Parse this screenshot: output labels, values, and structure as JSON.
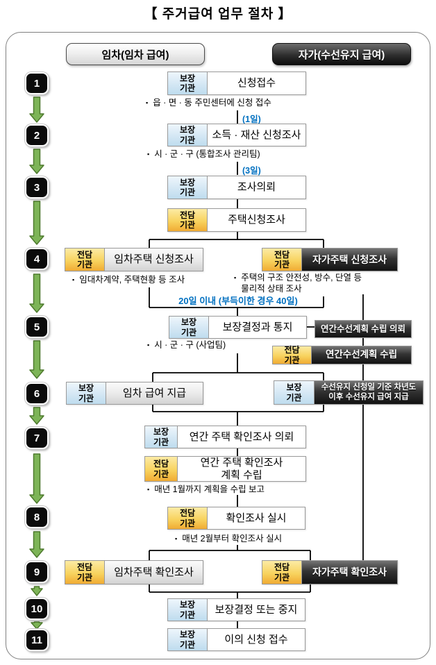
{
  "title": "【 주거급여 업무 절차 】",
  "bullet": "▪",
  "headers": {
    "lease": "임차(임차 급여)",
    "own": "자가(수선유지 급여)"
  },
  "labels": {
    "guarantee_org": "보장\n기관",
    "dedicated_org": "전담\n기관"
  },
  "colors": {
    "accent_blue_text": "#0070c0",
    "label_blue": "#cfe3f2",
    "label_yellow": "#f8d35f",
    "dark_box": "#1a1a1a",
    "arrow_green": "#7db457"
  },
  "steps": {
    "s1": {
      "num": "1",
      "box": "신청접수",
      "note": "읍 · 면 · 동 주민센터에 신청 접수",
      "duration": "(1일)"
    },
    "s2": {
      "num": "2",
      "box": "소득 · 재산 신청조사",
      "note": "시 · 군 · 구 (통합조사 관리팀)",
      "duration": "(3일)"
    },
    "s3": {
      "num": "3",
      "box1": "조사의뢰",
      "box2": "주택신청조사"
    },
    "s4": {
      "num": "4",
      "left_box": "임차주택 신청조사",
      "left_note": "임대차계약, 주택현황 등 조사",
      "right_box": "자가주택 신청조사",
      "right_note": "주택의 구조 안전성, 방수, 단열 등\n물리적 상태 조사",
      "duration": "20일 이내 (부득이한 경우 40일)"
    },
    "s5": {
      "num": "5",
      "box": "보장결정과 통지",
      "note": "시 · 군 · 구 (사업팀)",
      "right_box1": "연간수선계획 수립 의뢰",
      "right_box2": "연간수선계획 수립"
    },
    "s6": {
      "num": "6",
      "left_box": "임차 급여 지급",
      "right_box": "수선유지 신청일 기준 차년도\n이후 수선유지 급여 지급"
    },
    "s7": {
      "num": "7",
      "box1": "연간 주택 확인조사 의뢰",
      "box2": "연간 주택 확인조사\n계획 수립",
      "note": "매년 1월까지 계획을 수립 보고"
    },
    "s8": {
      "num": "8",
      "box": "확인조사 실시",
      "note": "매년 2월부터 확인조사 실시"
    },
    "s9": {
      "num": "9",
      "left_box": "임차주택 확인조사",
      "right_box": "자가주택 확인조사"
    },
    "s10": {
      "num": "10",
      "box": "보장결정 또는 중지"
    },
    "s11": {
      "num": "11",
      "box": "이의 신청 접수"
    }
  }
}
